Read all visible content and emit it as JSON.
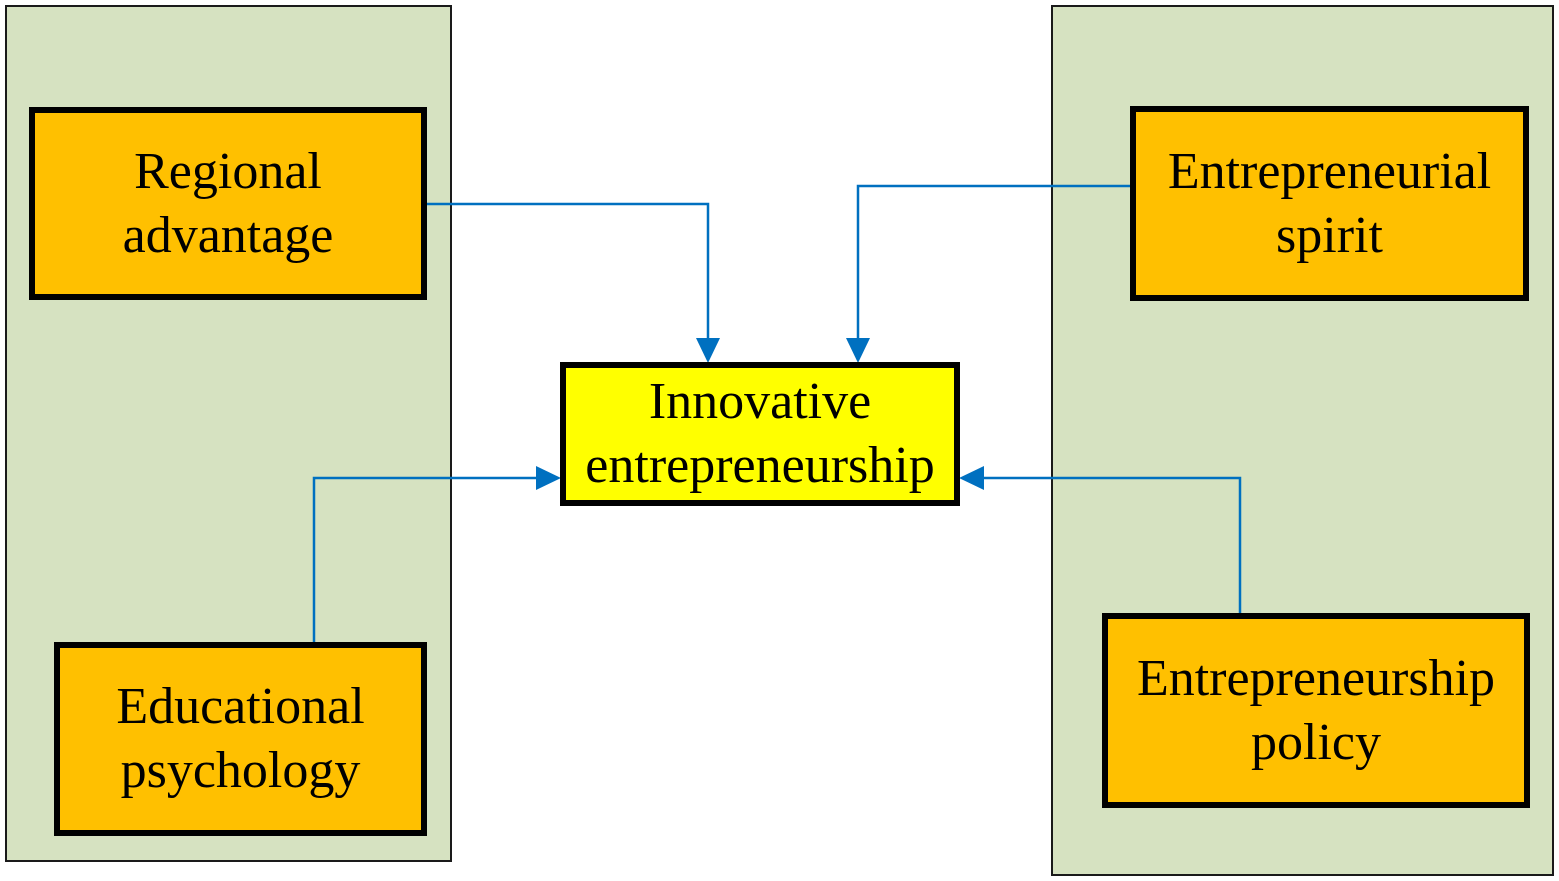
{
  "colors": {
    "panel_fill": "#d6e2c1",
    "factor_fill": "#ffc000",
    "center_fill": "#ffff00",
    "arrow": "#0070c0",
    "border": "#000000"
  },
  "nodes": {
    "regional_advantage": {
      "line1": "Regional",
      "line2": "advantage"
    },
    "educational_psychology": {
      "line1": "Educational",
      "line2": "psychology"
    },
    "entrepreneurial_spirit": {
      "line1": "Entrepreneurial",
      "line2": "spirit"
    },
    "entrepreneurship_policy": {
      "line1": "Entrepreneurship",
      "line2": "policy"
    },
    "innovative_entrepreneurship": {
      "line1": "Innovative",
      "line2": "entrepreneurship"
    }
  },
  "edges": [
    {
      "from": "Regional advantage",
      "to": "Innovative entrepreneurship"
    },
    {
      "from": "Entrepreneurial spirit",
      "to": "Innovative entrepreneurship"
    },
    {
      "from": "Educational psychology",
      "to": "Innovative entrepreneurship"
    },
    {
      "from": "Entrepreneurship policy",
      "to": "Innovative entrepreneurship"
    }
  ]
}
